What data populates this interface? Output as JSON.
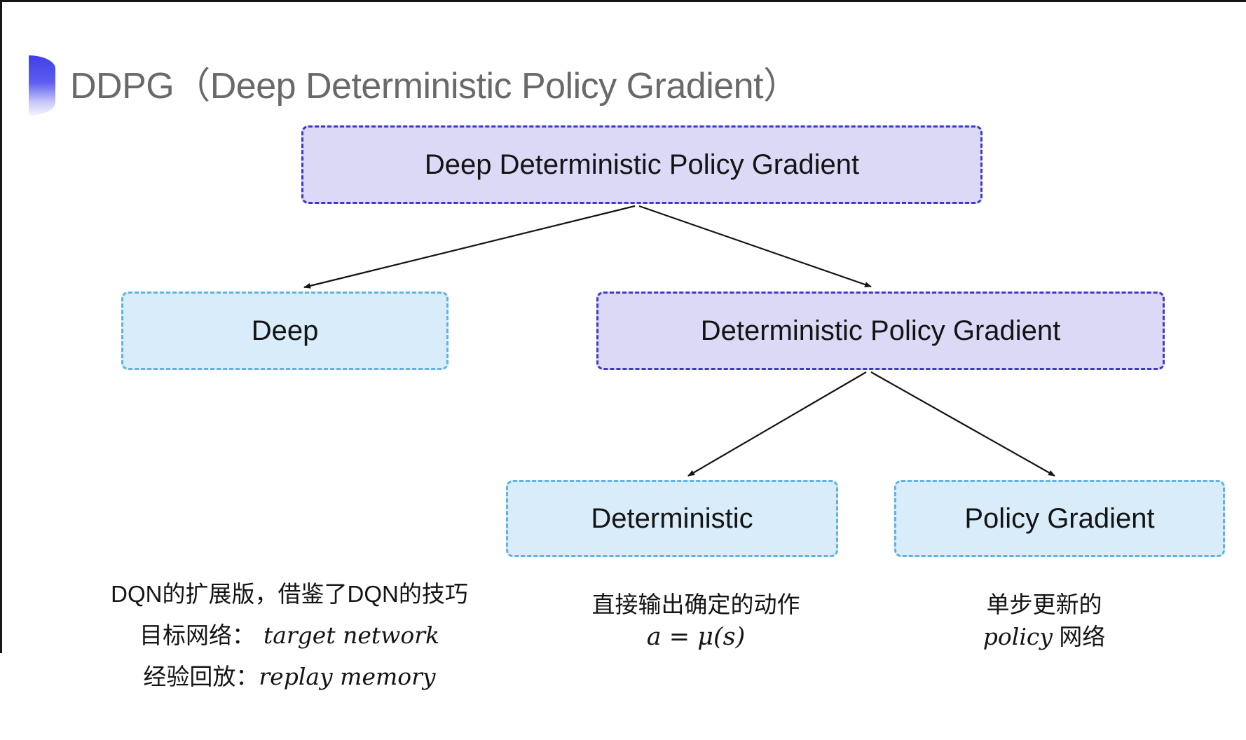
{
  "title": "DDPG（Deep Deterministic Policy Gradient）",
  "tree": {
    "root": "Deep Deterministic Policy Gradient",
    "deep": "Deep",
    "dpg": "Deterministic Policy Gradient",
    "deterministic": "Deterministic",
    "policy_gradient": "Policy Gradient"
  },
  "notes": {
    "deep": {
      "line1": "DQN的扩展版，借鉴了DQN的技巧",
      "line2_label": "目标网络：",
      "line2_value": "target network",
      "line3_label": "经验回放：",
      "line3_value": "replay memory"
    },
    "deterministic": {
      "line1": "直接输出确定的动作",
      "formula": "a = μ(s)"
    },
    "policy_gradient": {
      "line1": "单步更新的",
      "line2_italic": "policy",
      "line2_rest": " 网络"
    }
  },
  "colors": {
    "purple_fill": "#dbd9f6",
    "purple_border": "#3e38ce",
    "cyan_fill": "#d8edf9",
    "cyan_border": "#5fb3e4",
    "title_gray": "#696969",
    "accent_blue": "#3f3fe9",
    "arrow_black": "#141414"
  }
}
